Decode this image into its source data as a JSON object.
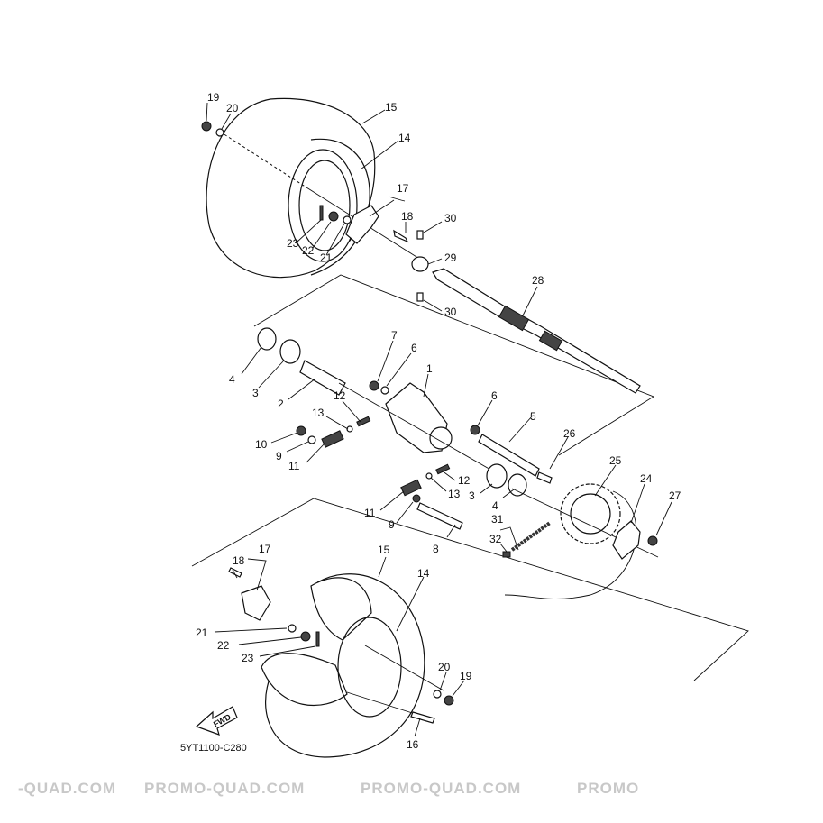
{
  "diagram": {
    "code": "5YT1100-C280",
    "fwd_label": "FWD",
    "watermarks": [
      "-QUAD.COM",
      "PROMO-QUAD.COM",
      "PROMO-QUAD.COM",
      "PROMO"
    ],
    "callouts": {
      "c1": "1",
      "c2": "2",
      "c3a": "3",
      "c3b": "3",
      "c4a": "4",
      "c4b": "4",
      "c5": "5",
      "c6a": "6",
      "c6b": "6",
      "c7": "7",
      "c8": "8",
      "c9a": "9",
      "c9b": "9",
      "c10": "10",
      "c11a": "11",
      "c11b": "11",
      "c12a": "12",
      "c12b": "12",
      "c13a": "13",
      "c13b": "13",
      "c14a": "14",
      "c14b": "14",
      "c15a": "15",
      "c15b": "15",
      "c16": "16",
      "c17a": "17",
      "c17b": "17",
      "c18a": "18",
      "c18b": "18",
      "c19a": "19",
      "c19b": "19",
      "c20a": "20",
      "c20b": "20",
      "c21a": "21",
      "c21b": "21",
      "c22a": "22",
      "c22b": "22",
      "c23a": "23",
      "c23b": "23",
      "c24": "24",
      "c25": "25",
      "c26": "26",
      "c27": "27",
      "c28": "28",
      "c29": "29",
      "c30a": "30",
      "c30b": "30",
      "c31": "31",
      "c32": "32"
    }
  }
}
